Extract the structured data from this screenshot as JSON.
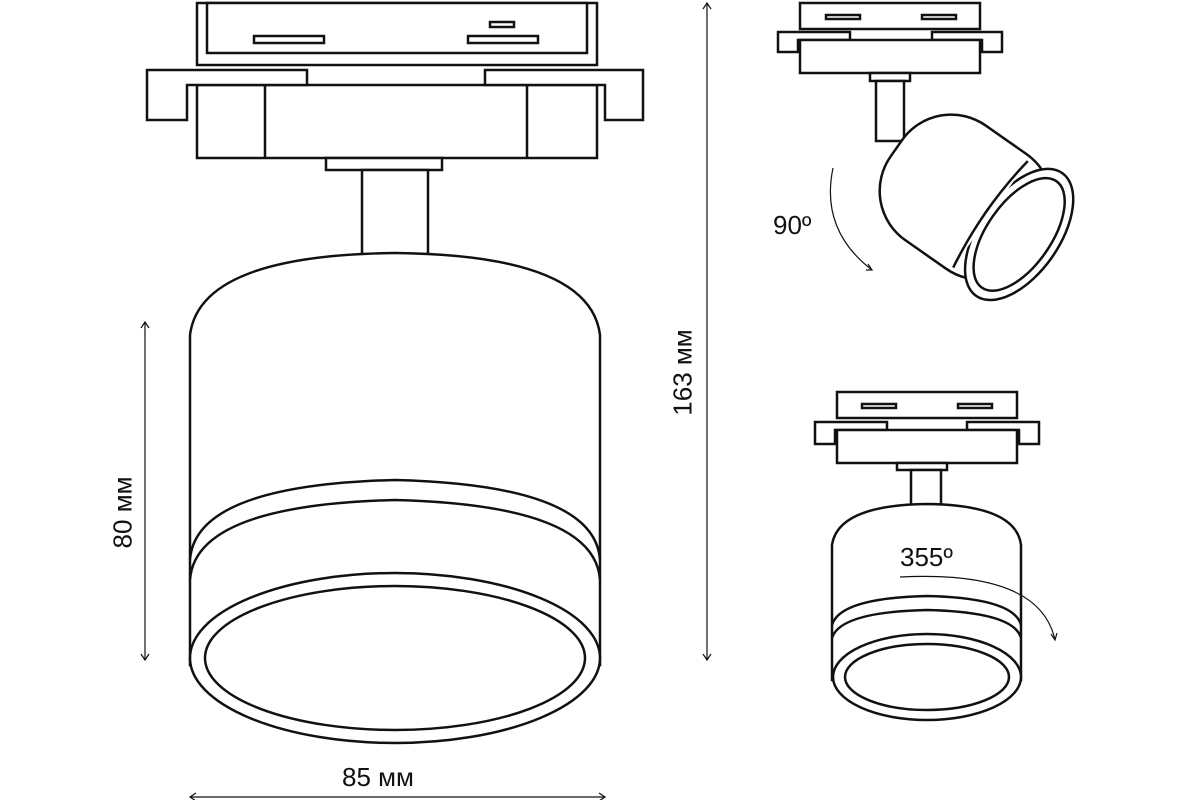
{
  "dimensions": {
    "width": "85 мм",
    "body_height": "80 мм",
    "total_height": "163 мм"
  },
  "rotation": {
    "tilt": "90º",
    "swivel": "355º"
  }
}
